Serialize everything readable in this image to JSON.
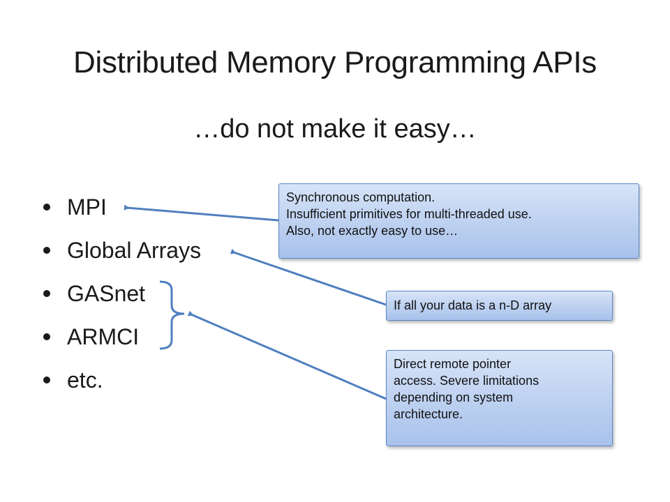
{
  "slide": {
    "title": "Distributed Memory Programming APIs",
    "subtitle": "…do not make it easy…",
    "bullets": [
      "MPI",
      "Global Arrays",
      "GASnet",
      "ARMCI",
      "etc."
    ]
  },
  "callouts": {
    "mpi": {
      "lines": [
        "Synchronous computation.",
        "Insufficient primitives for multi-threaded use.",
        "Also, not exactly easy to use…"
      ]
    },
    "global_arrays": {
      "lines": [
        "If all your data is a n-D array"
      ]
    },
    "gasnet_armci": {
      "lines": [
        "Direct remote pointer",
        "access. Severe limitations",
        "depending on system",
        "architecture."
      ]
    }
  },
  "colors": {
    "arrow": "#4f7fbf",
    "bracket": "#4f7fbf",
    "callout_border": "#5b86c4",
    "callout_fill": "#bcd0f0"
  }
}
